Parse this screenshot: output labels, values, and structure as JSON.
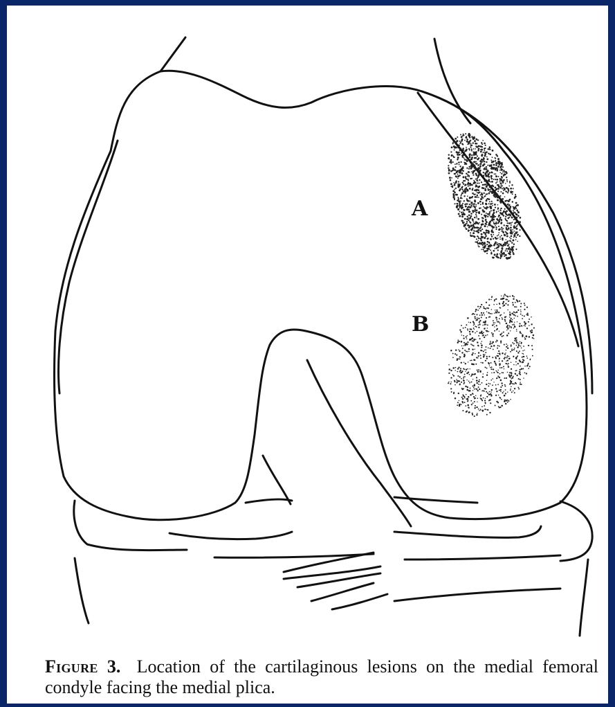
{
  "figure": {
    "labels": {
      "a": "A",
      "b": "B"
    },
    "caption": {
      "figure_word": "Figure",
      "figure_number": "3.",
      "text": "Location of the cartilaginous lesions on the medial femoral condyle facing the medial plica."
    }
  },
  "colors": {
    "frame": "#0b2668",
    "panel": "#ffffff",
    "ink": "#111111"
  }
}
